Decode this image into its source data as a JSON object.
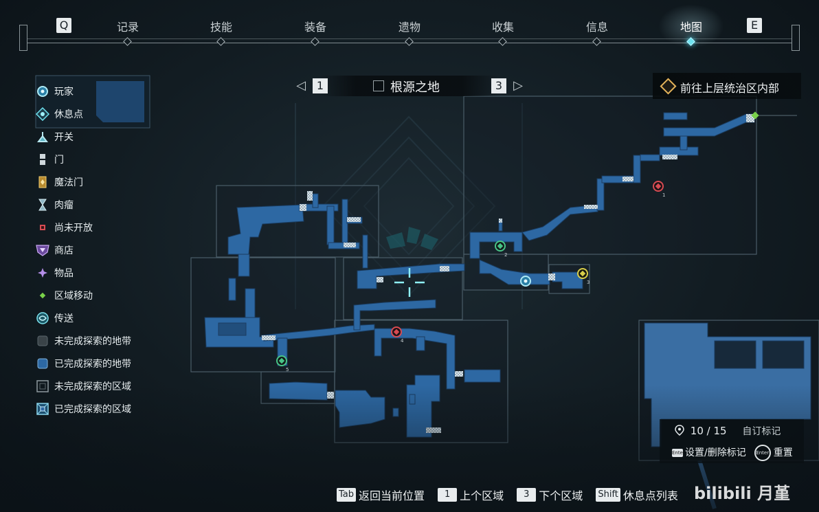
{
  "tabs": {
    "prev_key": "Q",
    "next_key": "E",
    "items": [
      {
        "label": "记录",
        "active": false
      },
      {
        "label": "技能",
        "active": false
      },
      {
        "label": "装备",
        "active": false
      },
      {
        "label": "遗物",
        "active": false
      },
      {
        "label": "收集",
        "active": false
      },
      {
        "label": "信息",
        "active": false
      },
      {
        "label": "地图",
        "active": true
      }
    ]
  },
  "legend": [
    {
      "label": "玩家",
      "icon": "player-icon"
    },
    {
      "label": "休息点",
      "icon": "rest-point-icon"
    },
    {
      "label": "开关",
      "icon": "switch-icon"
    },
    {
      "label": "门",
      "icon": "door-icon"
    },
    {
      "label": "魔法门",
      "icon": "magic-door-icon"
    },
    {
      "label": "肉瘤",
      "icon": "flesh-tumor-icon"
    },
    {
      "label": "尚未开放",
      "icon": "not-yet-open-icon"
    },
    {
      "label": "商店",
      "icon": "shop-icon"
    },
    {
      "label": "物品",
      "icon": "item-icon"
    },
    {
      "label": "区域移动",
      "icon": "area-move-icon"
    },
    {
      "label": "传送",
      "icon": "teleport-icon"
    },
    {
      "label": "未完成探索的地带",
      "icon": "unexplored-zone-icon"
    },
    {
      "label": "已完成探索的地带",
      "icon": "explored-zone-icon"
    },
    {
      "label": "未完成探索的区域",
      "icon": "unexplored-area-icon"
    },
    {
      "label": "已完成探索的区域",
      "icon": "explored-area-icon"
    }
  ],
  "area": {
    "prev_key": "1",
    "next_key": "3",
    "name": "根源之地"
  },
  "travel": {
    "label": "前往上层统治区内部"
  },
  "markers": {
    "count": "10 / 15",
    "label": "自订标记",
    "set_key": "Enter",
    "set_label": "设置/删除标记",
    "reset_key": "Enter",
    "reset_label": "重置",
    "pins": [
      "1",
      "2",
      "3",
      "4",
      "5"
    ]
  },
  "hints": [
    {
      "key": "Tab",
      "label": "返回当前位置"
    },
    {
      "key": "1",
      "label": "上个区域"
    },
    {
      "key": "3",
      "label": "下个区域"
    },
    {
      "key": "Shift",
      "label": "休息点列表"
    }
  ],
  "watermark": "bilibili 月堇",
  "colors": {
    "explored": "#2f6aa6",
    "room_border": "#4b5f6b",
    "accent": "#6fe3f0",
    "marker_red": "#d84b52",
    "marker_green": "#48c487",
    "marker_yellow": "#d9cf4a",
    "travel_diamond": "#e4b35a"
  }
}
